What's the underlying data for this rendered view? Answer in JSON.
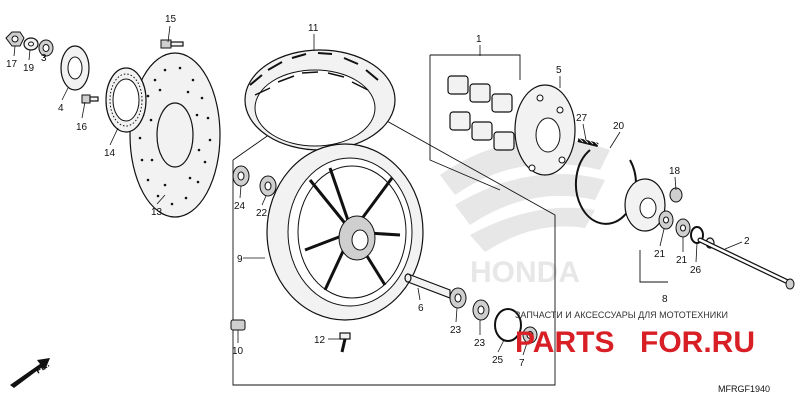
{
  "diagram": {
    "code": "MFRGF1940",
    "front_arrow": "FR.",
    "brand_watermark": "HONDA",
    "watermark": {
      "caption": "ЗАПЧАСТИ И АКСЕССУАРЫ ДЛЯ МОТОТЕХНИКИ",
      "site_left": "PARTS",
      "site_right": "FOR.RU"
    },
    "part_numbers": {
      "p1": "1",
      "p2": "2",
      "p3": "3",
      "p4": "4",
      "p5": "5",
      "p6": "6",
      "p7": "7",
      "p8": "8",
      "p9": "9",
      "p10": "10",
      "p11": "11",
      "p12": "12",
      "p13": "13",
      "p14": "14",
      "p15": "15",
      "p16": "16",
      "p17": "17",
      "p18": "18",
      "p19": "19",
      "p20": "20",
      "p21a": "21",
      "p21b": "21",
      "p22": "22",
      "p23a": "23",
      "p23b": "23",
      "p24": "24",
      "p25": "25",
      "p26": "26",
      "p27": "27"
    }
  }
}
